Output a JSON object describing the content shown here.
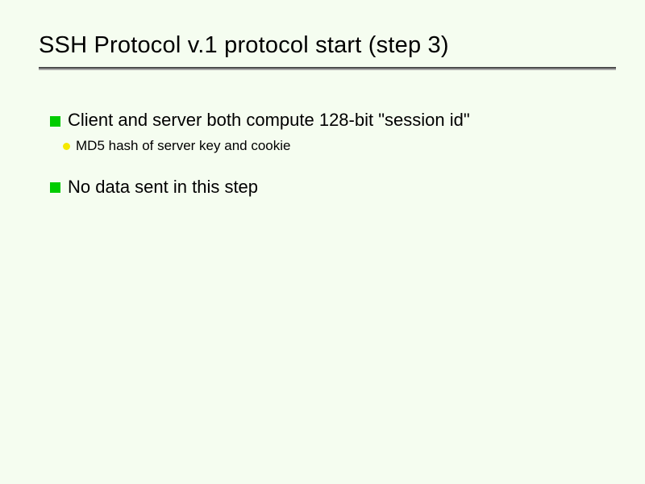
{
  "slide": {
    "title": "SSH Protocol v.1 protocol start (step 3)",
    "bullets": [
      {
        "level": 1,
        "text": "Client and server both compute 128-bit \"session id\""
      },
      {
        "level": 2,
        "text": "MD5 hash of server key and cookie"
      },
      {
        "level": 1,
        "text": "No data sent in this step"
      }
    ],
    "colors": {
      "background": "#f5fdf0",
      "bullet_level1": "#00cc00",
      "bullet_level2": "#f5e900"
    }
  }
}
